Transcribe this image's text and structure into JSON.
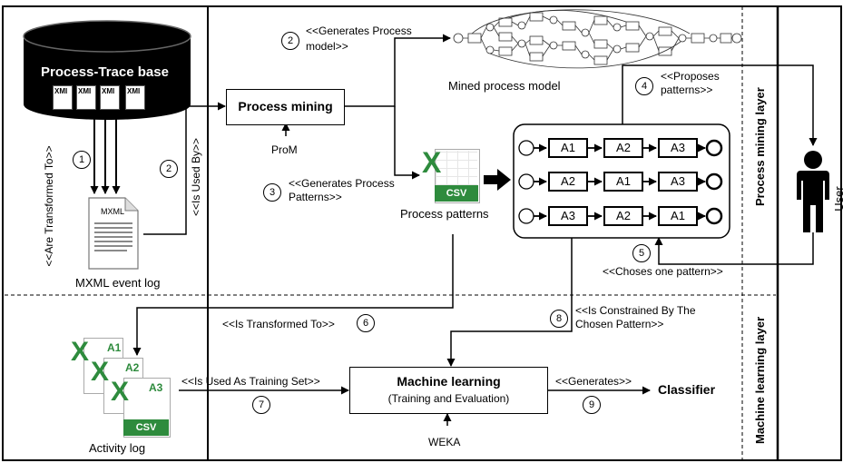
{
  "db": {
    "title": "Process-Trace base",
    "file_label": "XMI"
  },
  "mxml": {
    "doc_label": "MXML",
    "caption": "MXML event log"
  },
  "process_mining": {
    "label": "Process mining",
    "tool": "ProM"
  },
  "mined_model": {
    "caption": "Mined process model"
  },
  "process_patterns": {
    "caption": "Process patterns",
    "csv_label": "CSV"
  },
  "patterns": [
    [
      "A1",
      "A2",
      "A3"
    ],
    [
      "A2",
      "A1",
      "A3"
    ],
    [
      "A3",
      "A2",
      "A1"
    ]
  ],
  "machine_learning": {
    "title": "Machine learning",
    "subtitle": "(Training and Evaluation)",
    "tool": "WEKA"
  },
  "classifier": "Classifier",
  "activity_log": {
    "caption": "Activity log",
    "sheets": [
      "A1",
      "A2",
      "A3"
    ],
    "csv_label": "CSV"
  },
  "user": {
    "label": "User"
  },
  "layers": {
    "process_mining": "Process mining layer",
    "machine_learning": "Machine learning layer"
  },
  "steps": [
    {
      "num": "1",
      "text": "<<Are Transformed To>>"
    },
    {
      "num": "2",
      "text": "<<Is Used By>>"
    },
    {
      "num": "2",
      "text": "<<Generates Process\nmodel>>"
    },
    {
      "num": "3",
      "text": "<<Generates Process\nPatterns>>"
    },
    {
      "num": "4",
      "text": "<<Proposes\npatterns>>"
    },
    {
      "num": "5",
      "text": "<<Choses one pattern>>"
    },
    {
      "num": "6",
      "text": "<<Is Transformed To>>"
    },
    {
      "num": "7",
      "text": "<<Is Used As Training Set>>"
    },
    {
      "num": "8",
      "text": "<<Is Constrained By The\nChosen Pattern>>"
    },
    {
      "num": "9",
      "text": "<<Generates>>"
    }
  ]
}
